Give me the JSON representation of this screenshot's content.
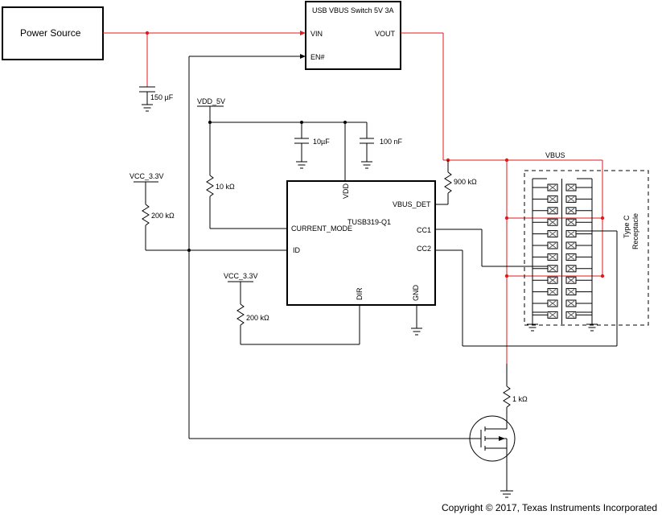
{
  "blocks": {
    "power_source": "Power Source",
    "switch_title": "USB VBUS Switch 5V 3A",
    "switch_vin": "VIN",
    "switch_en": "EN#",
    "switch_vout": "VOUT",
    "chip_name": "TUSB319-Q1",
    "chip_vdd": "VDD",
    "chip_vbus_det": "VBUS_DET",
    "chip_current_mode": "CURRENT_MODE",
    "chip_id": "ID",
    "chip_cc1": "CC1",
    "chip_cc2": "CC2",
    "chip_dir": "DIR",
    "chip_gnd": "GND"
  },
  "components": {
    "cap_input": "150 µF",
    "cap_10u": "10µF",
    "cap_100n": "100 nF",
    "res_10k": "10 kΩ",
    "res_200k_id": "200 kΩ",
    "res_200k_dir": "200 kΩ",
    "res_900k": "900 kΩ",
    "res_1k": "1 kΩ"
  },
  "nets": {
    "vdd_5v": "VDD_5V",
    "vcc_33_a": "VCC_3.3V",
    "vcc_33_b": "VCC_3.3V",
    "vbus": "VBUS"
  },
  "connector": {
    "label_line1": "Type C",
    "label_line2": "Receptacle",
    "pin_rows": 12
  },
  "colors": {
    "power_net": "#e31a1c",
    "signal_net": "#000000"
  },
  "footer": {
    "copyright": "Copyright © 2017, Texas Instruments Incorporated"
  }
}
